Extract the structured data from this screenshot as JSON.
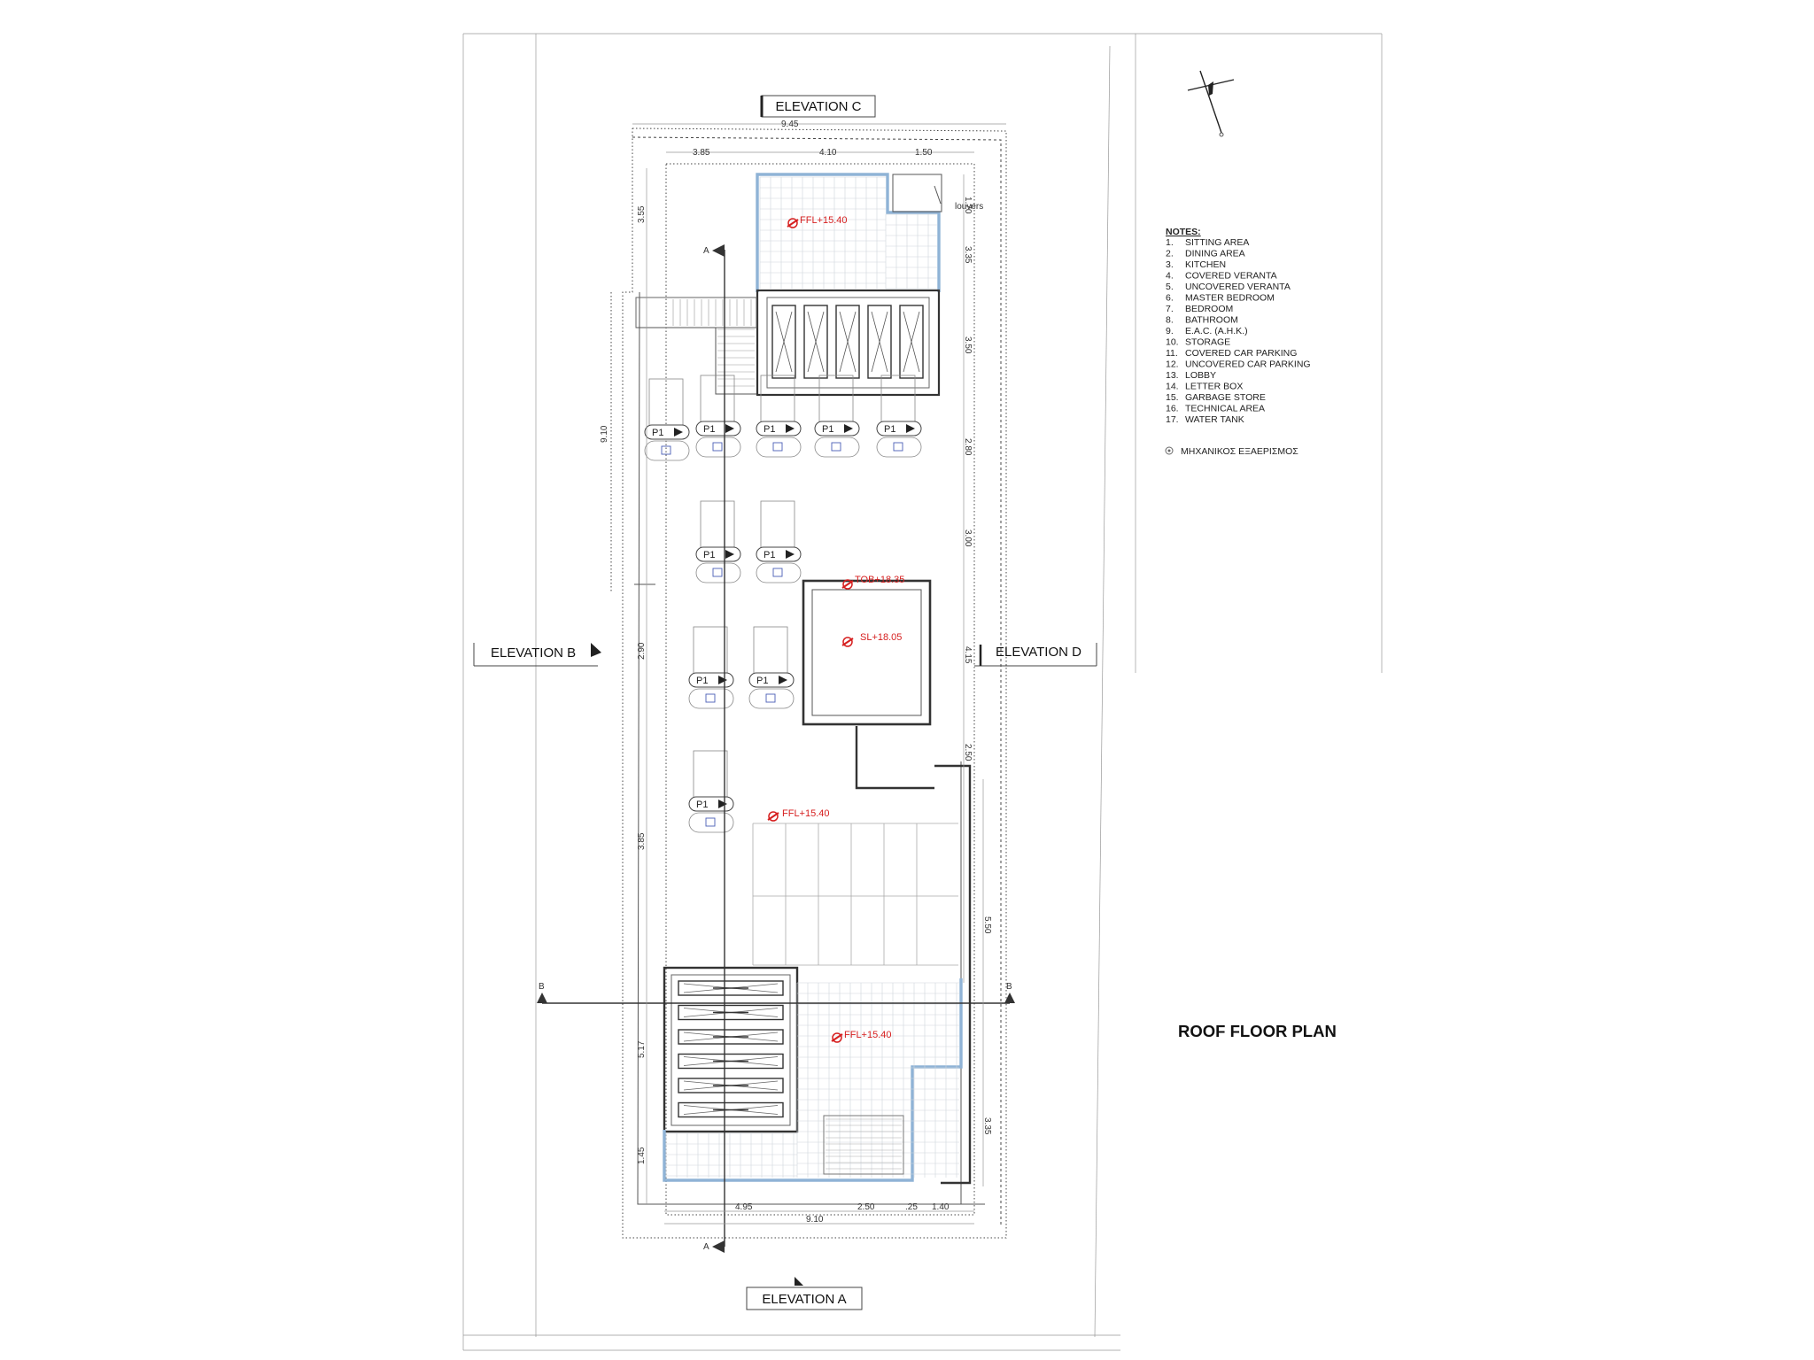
{
  "title": "ROOF FLOOR PLAN",
  "elevations": {
    "a": "ELEVATION A",
    "b": "ELEVATION B",
    "c": "ELEVATION C",
    "d": "ELEVATION D"
  },
  "level_marks": {
    "ffl_top": "FFL+15.40",
    "ffl_mid": "FFL+15.40",
    "ffl_bottom": "FFL+15.40",
    "tob": "TOB+18.35",
    "sl": "SL+18.05"
  },
  "louvers_label": "louvers",
  "section_markers": {
    "a": "A",
    "b": "B"
  },
  "unit_label": "P1",
  "dimensions": {
    "top_overall": "9.45",
    "top_a": "3.85",
    "top_b": "4.10",
    "top_c": "1.50",
    "right_1": "1.70",
    "right_2": "3.35",
    "right_3": "3.50",
    "right_4": "2.80",
    "right_5": "3.00",
    "right_6": "4.15",
    "right_7": "2.50",
    "right_8": "5.50",
    "right_9": "3.35",
    "left_1": "3.55",
    "left_2": "9.10",
    "left_3": "2.90",
    "left_4": "3.85",
    "left_5": "5.17",
    "left_6": "1.45",
    "bottom_a": "4.95",
    "bottom_b": "2.50",
    "bottom_c": ".25",
    "bottom_d": "1.40",
    "bottom_overall": "9.10"
  },
  "notes": {
    "heading": "NOTES:",
    "items": [
      {
        "num": "1.",
        "text": "SITTING AREA"
      },
      {
        "num": "2.",
        "text": "DINING AREA"
      },
      {
        "num": "3.",
        "text": "KITCHEN"
      },
      {
        "num": "4.",
        "text": "COVERED VERANTA"
      },
      {
        "num": "5.",
        "text": "UNCOVERED VERANTA"
      },
      {
        "num": "6.",
        "text": "MASTER BEDROOM"
      },
      {
        "num": "7.",
        "text": "BEDROOM"
      },
      {
        "num": "8.",
        "text": "BATHROOM"
      },
      {
        "num": "9.",
        "text": "E.A.C. (A.H.K.)"
      },
      {
        "num": "10.",
        "text": "STORAGE"
      },
      {
        "num": "11.",
        "text": "COVERED CAR PARKING"
      },
      {
        "num": "12.",
        "text": "UNCOVERED CAR PARKING"
      },
      {
        "num": "13.",
        "text": "LOBBY"
      },
      {
        "num": "14.",
        "text": "LETTER BOX"
      },
      {
        "num": "15.",
        "text": "GARBAGE STORE"
      },
      {
        "num": "16.",
        "text": "TECHNICAL AREA"
      },
      {
        "num": "17.",
        "text": "WATER TANK"
      }
    ],
    "legend": "ΜΗΧΑΝΙΚΟΣ ΕΞΑΕΡΙΣΜΟΣ"
  },
  "colors": {
    "line": "#333333",
    "accent_blue": "#8fb3d6",
    "level_red": "#d61f1f"
  }
}
